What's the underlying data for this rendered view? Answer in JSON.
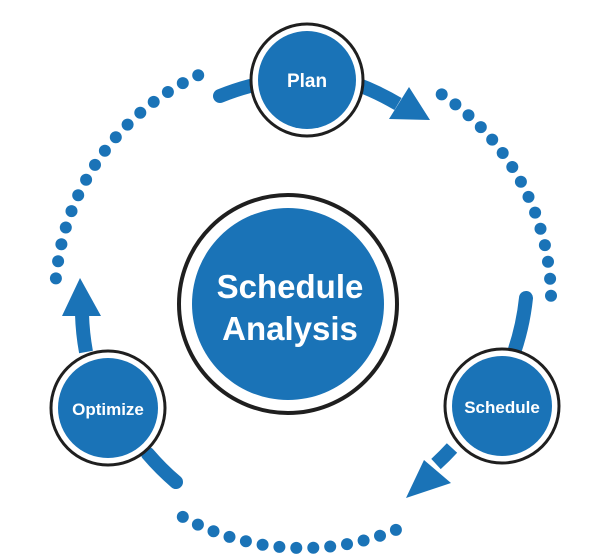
{
  "colors": {
    "blue": "#1a73b7",
    "ring": "#1f1f1f",
    "background": "#ffffff"
  },
  "center": {
    "line1": "Schedule",
    "line2": "Analysis"
  },
  "nodes": {
    "plan": "Plan",
    "schedule": "Schedule",
    "optimize": "Optimize"
  }
}
